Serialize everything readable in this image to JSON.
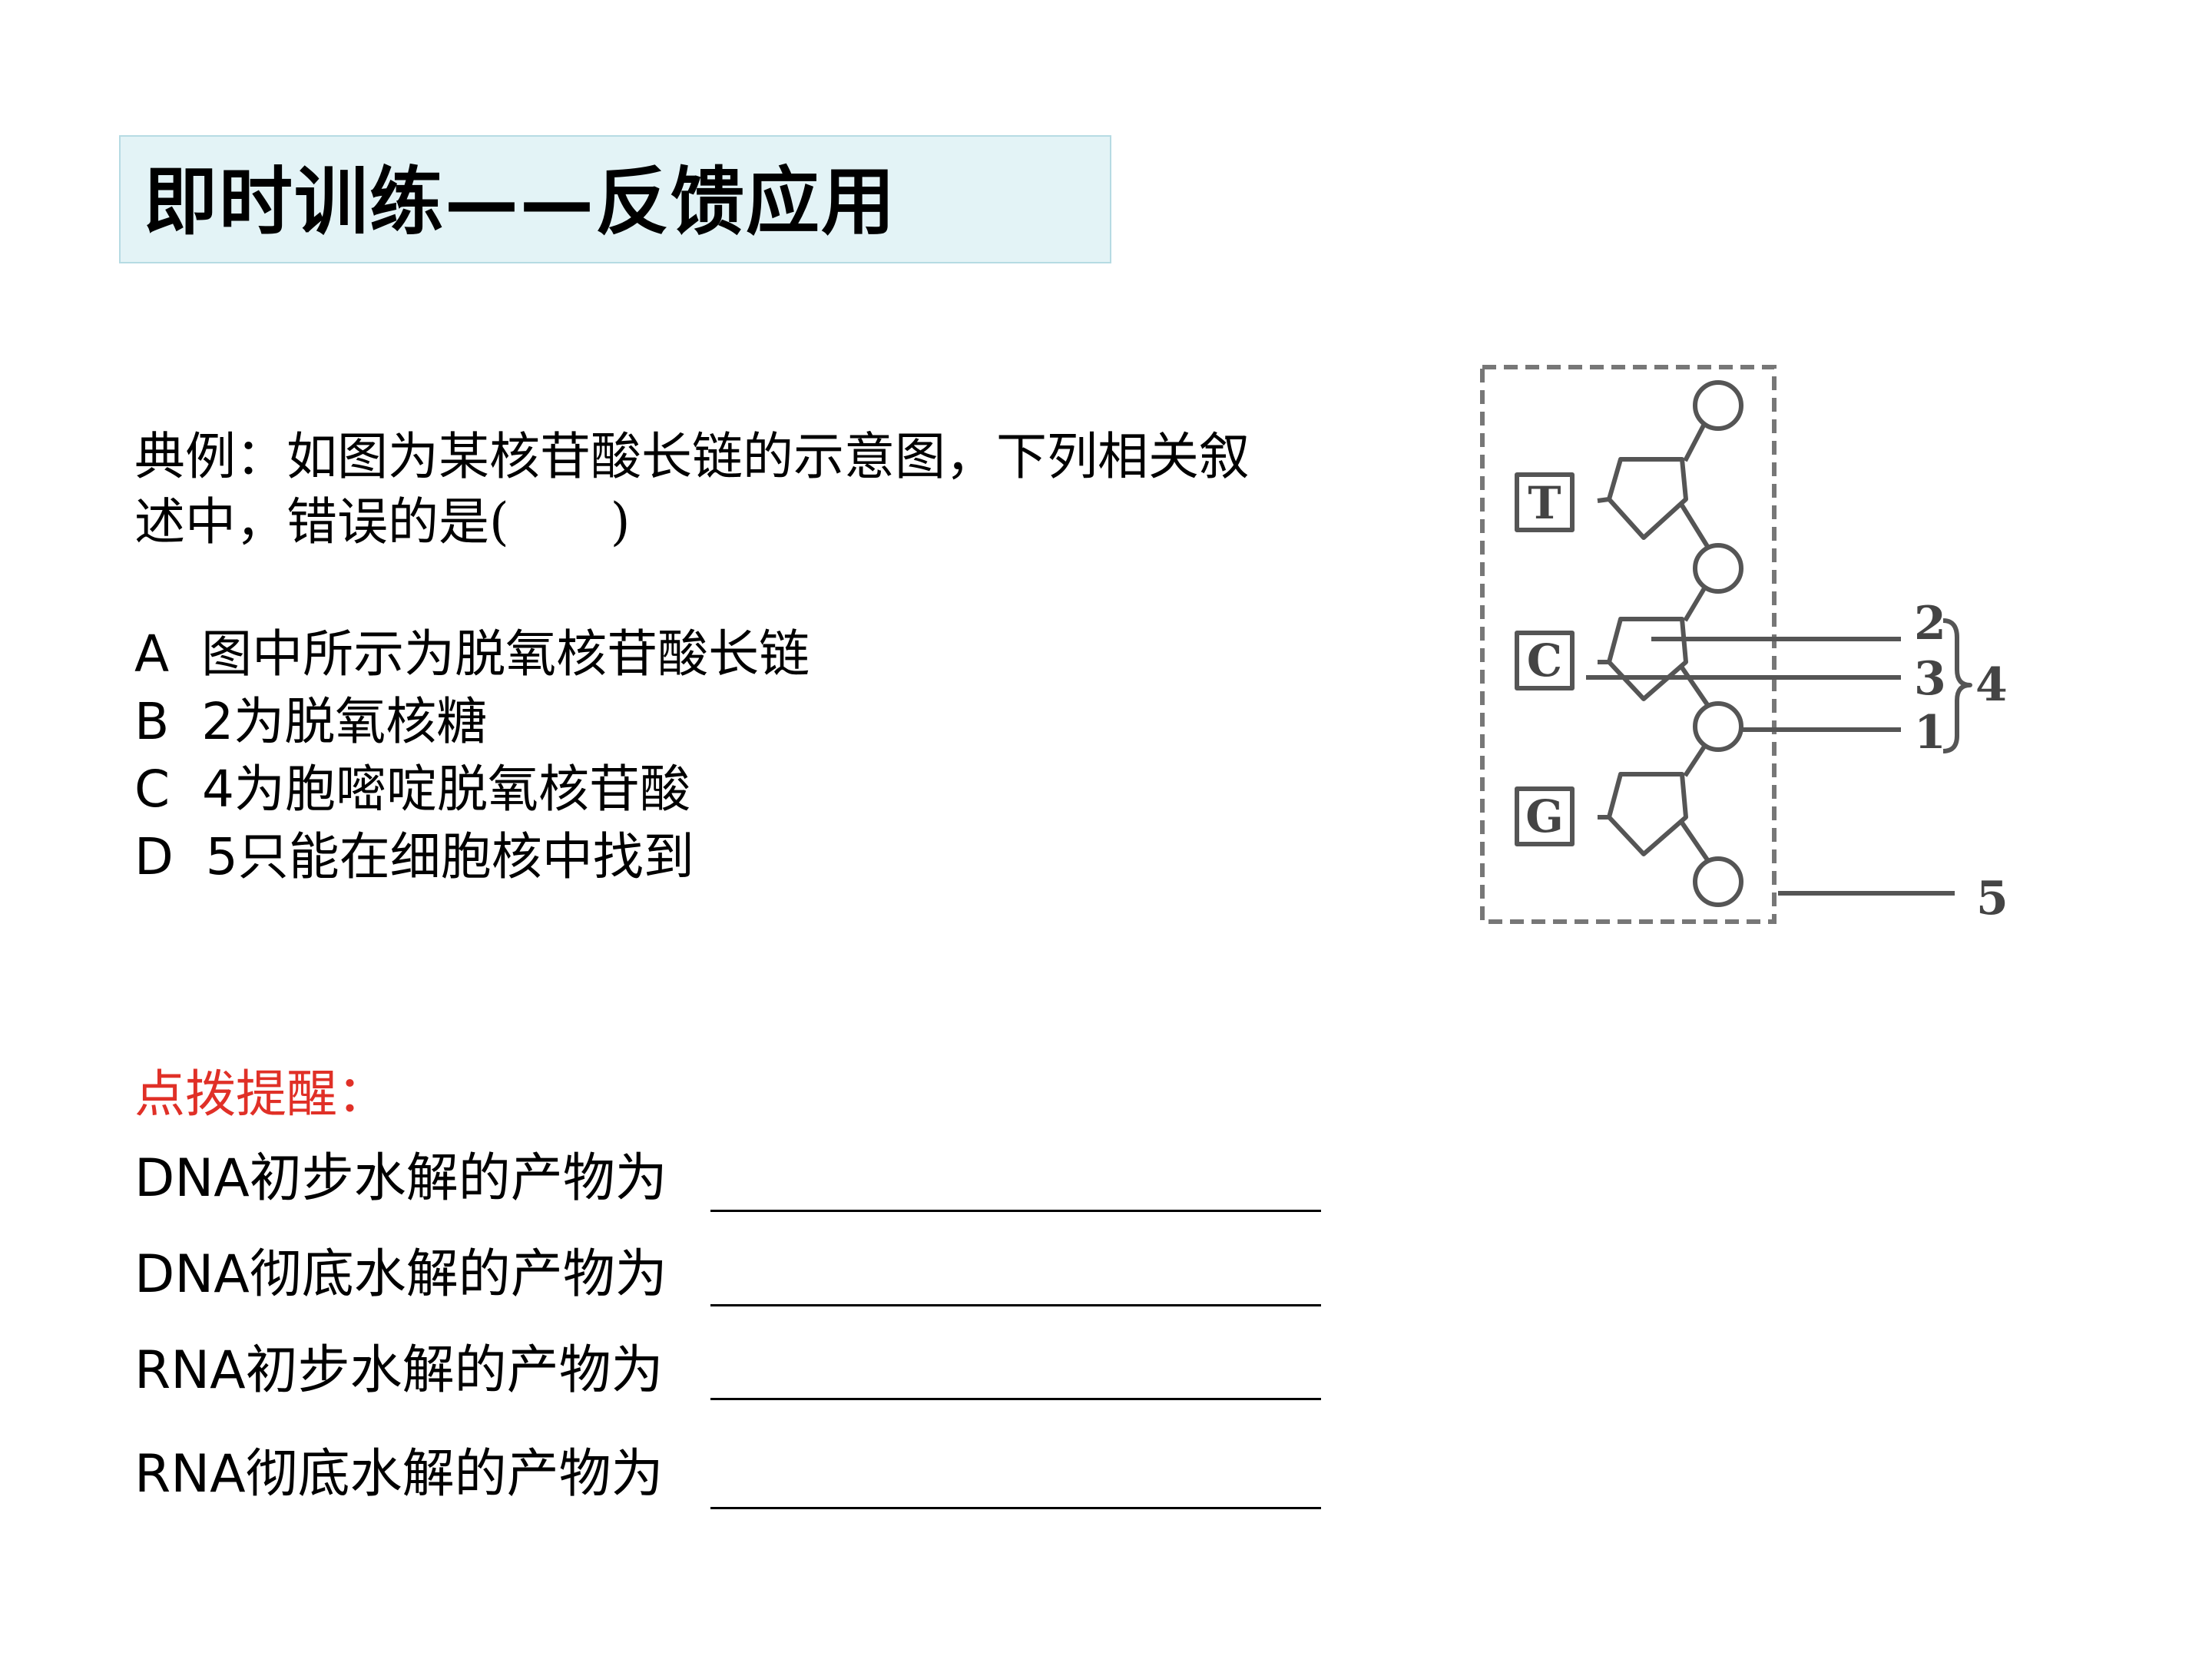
{
  "header": {
    "title": "即时训练——反馈应用"
  },
  "question": {
    "line1": "典例：如图为某核苷酸长链的示意图，下列相关叙",
    "line2": "述中，错误的是(　　)",
    "options": [
      "A  图中所示为脱氧核苷酸长链",
      "B  2为脱氧核糖",
      "C  4为胞嘧啶脱氧核苷酸",
      "D  5只能在细胞核中找到"
    ]
  },
  "tip": {
    "label": "点拨提醒："
  },
  "blanks": [
    "DNA初步水解的产物为",
    "DNA彻底水解的产物为",
    "RNA初步水解的产物为",
    "RNA彻底水解的产物为"
  ],
  "diagram": {
    "bases": [
      "T",
      "C",
      "G"
    ],
    "labels": [
      "2",
      "3",
      "1",
      "4",
      "5"
    ]
  }
}
